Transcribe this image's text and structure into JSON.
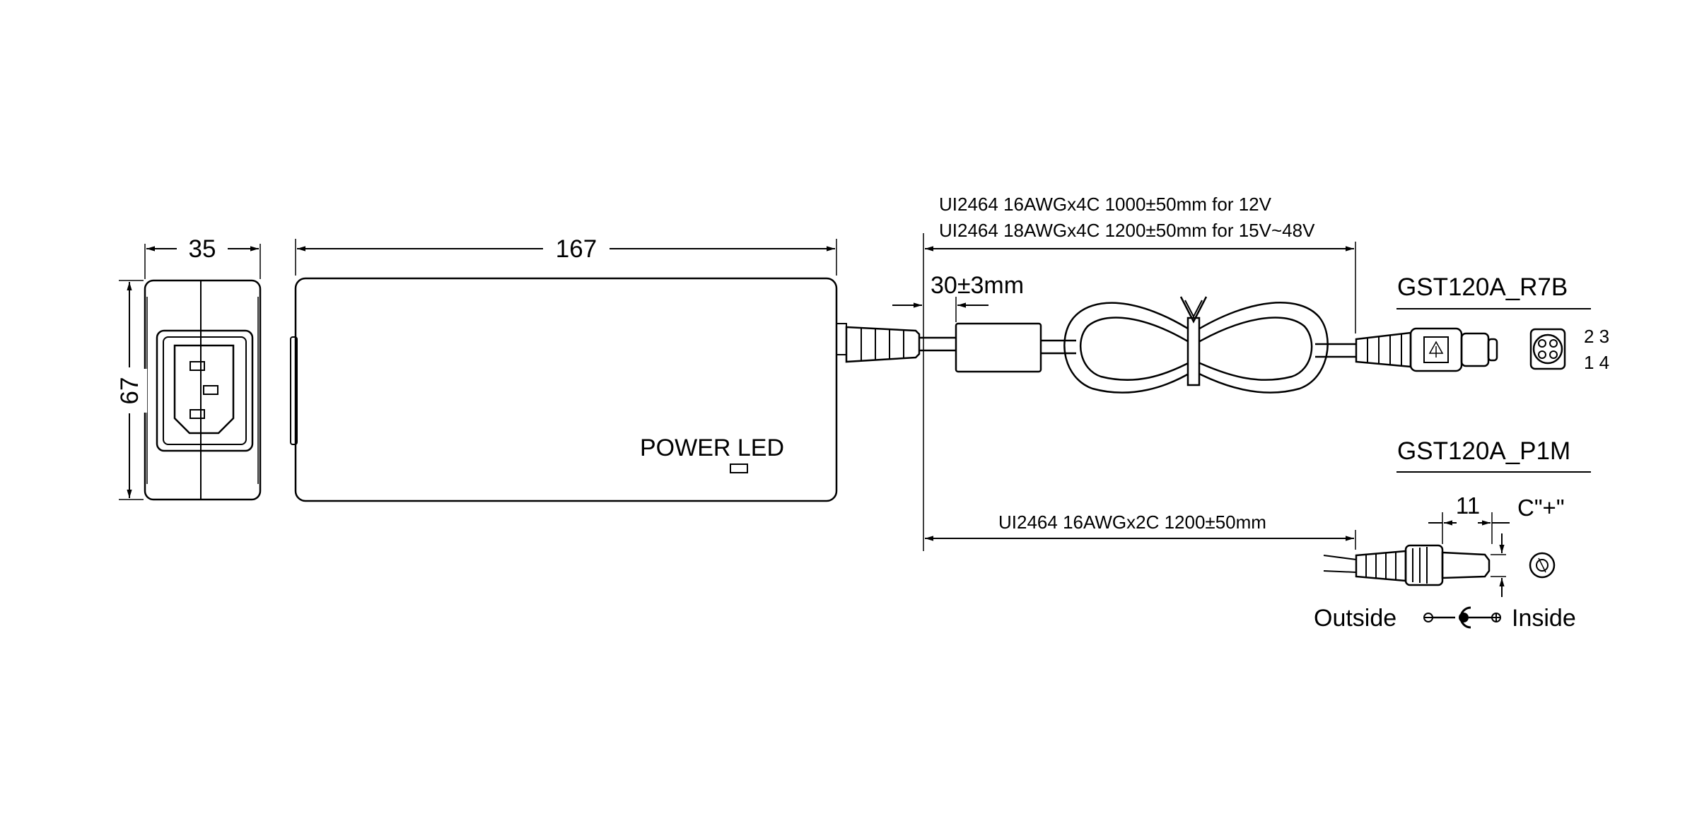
{
  "side_view": {
    "width_dim": "35",
    "height_dim": "67"
  },
  "top_view": {
    "length_dim": "167",
    "led_label": "POWER LED"
  },
  "cable": {
    "ferrite_dim": "30±3mm",
    "spec_12v": "UI2464 16AWGx4C 1000±50mm for 12V",
    "spec_15_48v": "UI2464 18AWGx4C 1200±50mm for 15V~48V"
  },
  "connector_r7b": {
    "model": "GST120A_R7B",
    "pins_top": "2 3",
    "pins_bottom": "1 4"
  },
  "connector_p1m": {
    "model": "GST120A_P1M",
    "cable_spec": "UI2464 16AWGx2C 1200±50mm",
    "plug_length_dim": "11",
    "center_label": "C\"+\"",
    "outside_label": "Outside",
    "inside_label": "Inside"
  },
  "colors": {
    "line": "#000000",
    "background": "#ffffff"
  }
}
